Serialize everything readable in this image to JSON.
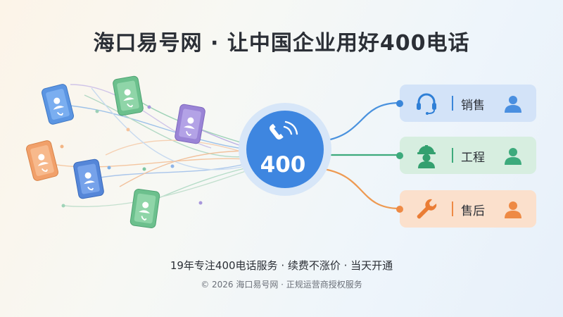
{
  "header": {
    "title": "海口易号网 · 让中国企业用好400电话"
  },
  "hub": {
    "label": "400",
    "icon": "phone-icon"
  },
  "departments": [
    {
      "label": "销售",
      "icon": "headset-icon",
      "person_icon": "person-icon",
      "color": "#3a86d9"
    },
    {
      "label": "工程",
      "icon": "worker-icon",
      "person_icon": "person-icon",
      "color": "#3daa7c"
    },
    {
      "label": "售后",
      "icon": "wrench-icon",
      "person_icon": "person-icon",
      "color": "#ee8a45"
    }
  ],
  "footer": {
    "slogan": "19年专注400电话服务 · 续费不涨价 · 当天开通",
    "copyright": "© 2026 海口易号网 · 正规运营商授权服务"
  },
  "colors": {
    "blue": "#3a86d9",
    "green": "#3daa7c",
    "orange": "#ee8a45",
    "purple": "#8a72cc",
    "title": "#2b2f36"
  }
}
